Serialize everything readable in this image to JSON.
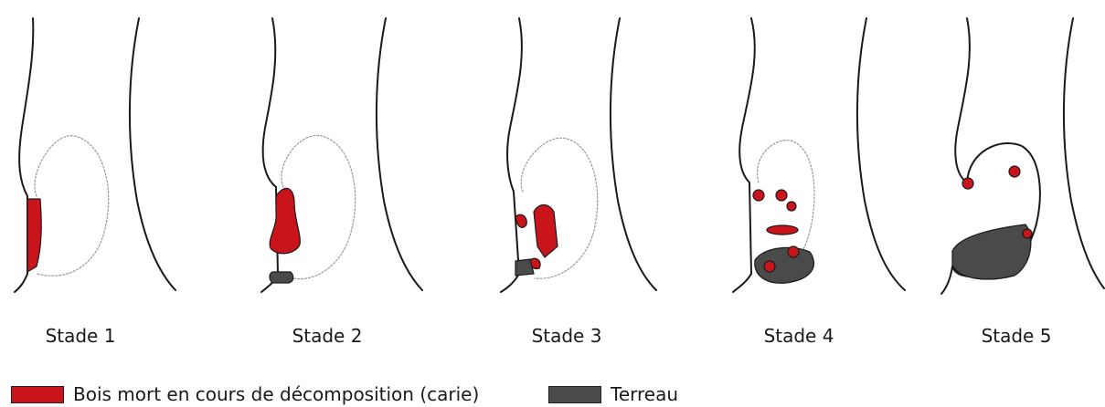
{
  "stages": [
    {
      "label": "Stade 1"
    },
    {
      "label": "Stade 2"
    },
    {
      "label": "Stade 3"
    },
    {
      "label": "Stade 4"
    },
    {
      "label": "Stade 5"
    }
  ],
  "legend": [
    {
      "label": "Bois mort en cours de décomposition (carie)",
      "color": "#c8141a"
    },
    {
      "label": "Terreau",
      "color": "#4a4a4a"
    }
  ],
  "colors": {
    "carie": "#c8141a",
    "terreau": "#4a4a4a",
    "outline": "#1a1a1a",
    "dotted": "#9a9a9a"
  }
}
